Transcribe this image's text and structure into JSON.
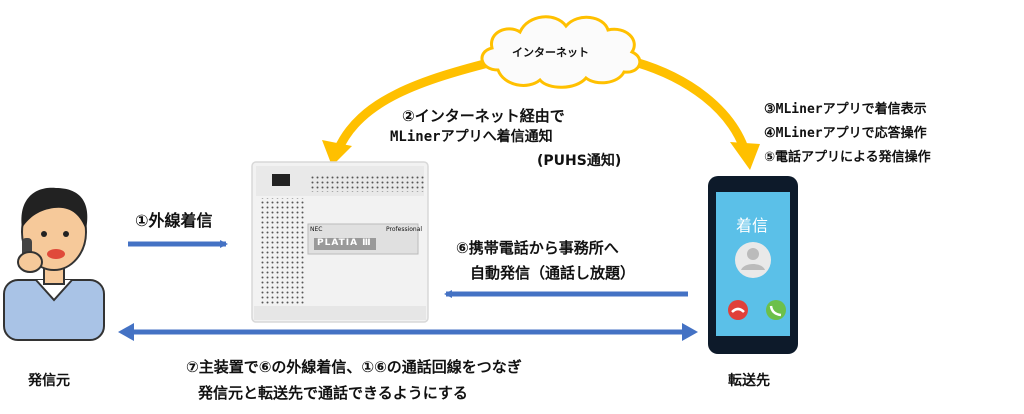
{
  "cloud": {
    "label": "インターネット"
  },
  "labels": {
    "step1": "①外線着信",
    "step2_line1": "②インターネット経由で",
    "step2_line2": "MLinerアプリへ着信通知",
    "step2_line3": "(PUHS通知)",
    "step3": "③MLinerアプリで着信表示",
    "step4": "④MLinerアプリで応答操作",
    "step5": "⑤電話アプリによる発信操作",
    "step6_line1": "⑥携帯電話から事務所へ",
    "step6_line2": "自動発信（通話し放題）",
    "step7_line1": "⑦主装置で⑥の外線着信、①⑥の通話回線をつなぎ",
    "step7_line2": "発信元と転送先で通話できるようにする",
    "caller": "発信元",
    "destination": "転送先"
  },
  "device": {
    "badge": "PLATIA Ⅲ",
    "maker": "NEC",
    "model_tag": "Professional"
  },
  "phone": {
    "screen_title": "着信"
  },
  "colors": {
    "blue_arrow": "#4472c4",
    "yellow_arrow": "#ffc000",
    "phone_screen": "#5bc0e8",
    "decline": "#e0403a",
    "accept": "#6cc04a"
  }
}
